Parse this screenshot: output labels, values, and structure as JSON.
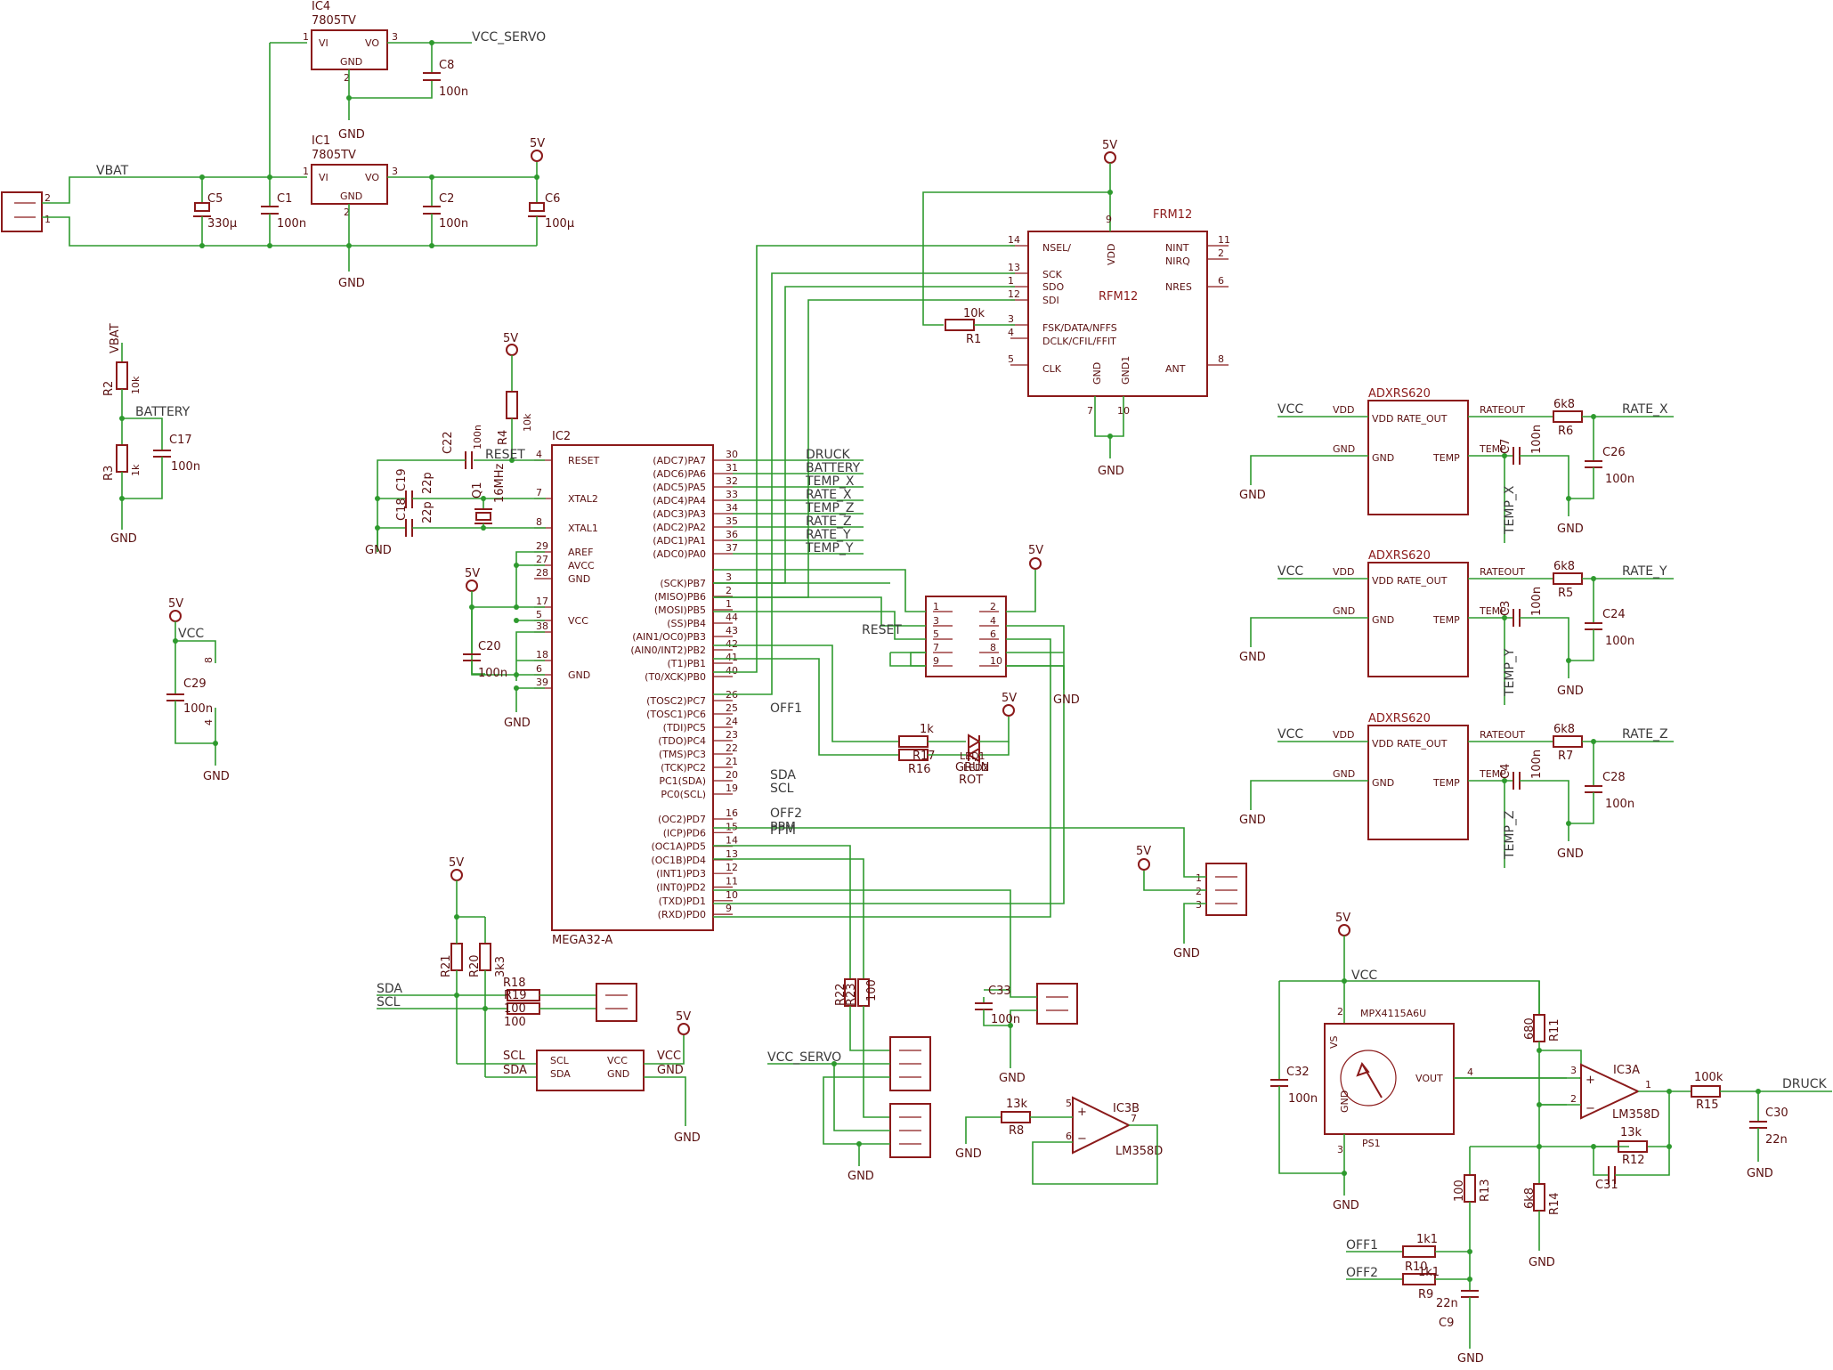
{
  "power": {
    "vbat": "VBAT",
    "vcc_servo": "VCC_SERVO",
    "gnd": "GND",
    "v5": "5V",
    "vcc": "VCC"
  },
  "regulators": {
    "ic4": {
      "name": "IC4",
      "type": "7805TV",
      "vi": "VI",
      "vo": "VO",
      "gnd": "GND",
      "p1": "1",
      "p2": "2",
      "p3": "3"
    },
    "ic1": {
      "name": "IC1",
      "type": "7805TV",
      "vi": "VI",
      "vo": "VO",
      "gnd": "GND",
      "p1": "1",
      "p2": "2",
      "p3": "3"
    }
  },
  "caps": {
    "c5": {
      "name": "C5",
      "value": "330µ"
    },
    "c1": {
      "name": "C1",
      "value": "100n"
    },
    "c2": {
      "name": "C2",
      "value": "100n"
    },
    "c6": {
      "name": "C6",
      "value": "100µ"
    },
    "c8": {
      "name": "C8",
      "value": "100n"
    },
    "c17": {
      "name": "C17",
      "value": "100n"
    },
    "c29": {
      "name": "C29",
      "value": "100n"
    },
    "c22": {
      "name": "C22",
      "value": "100n"
    },
    "c19": {
      "name": "C19",
      "value": "22p"
    },
    "c18": {
      "name": "C18",
      "value": "22p"
    },
    "c20": {
      "name": "C20",
      "value": "100n"
    },
    "c7": {
      "name": "C7",
      "value": "100n"
    },
    "c26": {
      "name": "C26",
      "value": "100n"
    },
    "c3": {
      "name": "C3",
      "value": "100n"
    },
    "c24": {
      "name": "C24",
      "value": "100n"
    },
    "c4": {
      "name": "C4",
      "value": "100n"
    },
    "c28": {
      "name": "C28",
      "value": "100n"
    },
    "c33": {
      "name": "C33",
      "value": "100n"
    },
    "c32": {
      "name": "C32",
      "value": "100n"
    },
    "c30": {
      "name": "C30",
      "value": "22n"
    },
    "c31": {
      "name": "C31",
      "value": ""
    },
    "c9": {
      "name": "C9",
      "value": "22n"
    }
  },
  "resistors": {
    "r2": {
      "name": "R2",
      "value": "10k"
    },
    "r3": {
      "name": "R3",
      "value": "1k"
    },
    "r4": {
      "name": "R4",
      "value": "10k"
    },
    "r1": {
      "name": "R1",
      "value": "10k"
    },
    "r6": {
      "name": "R6",
      "value": "6k8"
    },
    "r5": {
      "name": "R5",
      "value": "6k8"
    },
    "r7": {
      "name": "R7",
      "value": "6k8"
    },
    "r16": {
      "name": "R16",
      "value": "1k"
    },
    "r17": {
      "name": "R17",
      "value": "1k"
    },
    "r18": {
      "name": "R18",
      "value": "100"
    },
    "r19": {
      "name": "R19",
      "value": "100"
    },
    "r20": {
      "name": "R20",
      "value": "3k3"
    },
    "r21": {
      "name": "R21",
      "value": "3k3"
    },
    "r22": {
      "name": "R22",
      "value": "100"
    },
    "r23": {
      "name": "R23",
      "value": "100"
    },
    "r8": {
      "name": "R8",
      "value": "13k"
    },
    "r11": {
      "name": "R11",
      "value": "680"
    },
    "r14": {
      "name": "R14",
      "value": "6k8"
    },
    "r13": {
      "name": "R13",
      "value": "100"
    },
    "r15": {
      "name": "R15",
      "value": "100k"
    },
    "r12": {
      "name": "R12",
      "value": "13k"
    },
    "r10": {
      "name": "R10",
      "value": "1k1"
    },
    "r9": {
      "name": "R9",
      "value": "1k1"
    }
  },
  "mcu": {
    "name": "IC2",
    "type": "MEGA32-A",
    "left_pins": [
      {
        "n": "4",
        "l": "RESET"
      },
      {
        "n": "7",
        "l": "XTAL2"
      },
      {
        "n": "8",
        "l": "XTAL1"
      },
      {
        "n": "29",
        "l": "AREF"
      },
      {
        "n": "27",
        "l": "AVCC"
      },
      {
        "n": "28",
        "l": "GND"
      },
      {
        "n": "17",
        "l": ""
      },
      {
        "n": "5",
        "l": "VCC"
      },
      {
        "n": "38",
        "l": ""
      },
      {
        "n": "18",
        "l": ""
      },
      {
        "n": "6",
        "l": "GND"
      },
      {
        "n": "39",
        "l": ""
      }
    ],
    "right_pins": [
      {
        "n": "30",
        "l": "(ADC7)PA7",
        "net": "DRUCK"
      },
      {
        "n": "31",
        "l": "(ADC6)PA6",
        "net": "BATTERY"
      },
      {
        "n": "32",
        "l": "(ADC5)PA5",
        "net": "TEMP_X"
      },
      {
        "n": "33",
        "l": "(ADC4)PA4",
        "net": "RATE_X"
      },
      {
        "n": "34",
        "l": "(ADC3)PA3",
        "net": "TEMP_Z"
      },
      {
        "n": "35",
        "l": "(ADC2)PA2",
        "net": "RATE_Z"
      },
      {
        "n": "36",
        "l": "(ADC1)PA1",
        "net": "RATE_Y"
      },
      {
        "n": "37",
        "l": "(ADC0)PA0",
        "net": "TEMP_Y"
      },
      {
        "n": "3",
        "l": "(SCK)PB7",
        "net": ""
      },
      {
        "n": "2",
        "l": "(MISO)PB6",
        "net": ""
      },
      {
        "n": "1",
        "l": "(MOSI)PB5",
        "net": ""
      },
      {
        "n": "44",
        "l": "(SS)PB4",
        "net": ""
      },
      {
        "n": "43",
        "l": "(AIN1/OC0)PB3",
        "net": ""
      },
      {
        "n": "42",
        "l": "(AIN0/INT2)PB2",
        "net": ""
      },
      {
        "n": "41",
        "l": "(T1)PB1",
        "net": ""
      },
      {
        "n": "40",
        "l": "(T0/XCK)PB0",
        "net": ""
      },
      {
        "n": "26",
        "l": "(TOSC2)PC7",
        "net": ""
      },
      {
        "n": "25",
        "l": "(TOSC1)PC6",
        "net": "OFF1"
      },
      {
        "n": "24",
        "l": "(TDI)PC5",
        "net": ""
      },
      {
        "n": "23",
        "l": "(TDO)PC4",
        "net": ""
      },
      {
        "n": "22",
        "l": "(TMS)PC3",
        "net": ""
      },
      {
        "n": "21",
        "l": "(TCK)PC2",
        "net": ""
      },
      {
        "n": "20",
        "l": "PC1(SDA)",
        "net": "SDA"
      },
      {
        "n": "19",
        "l": "PC0(SCL)",
        "net": "SCL"
      },
      {
        "n": "16",
        "l": "(OC2)PD7",
        "net": "OFF2"
      },
      {
        "n": "15",
        "l": "(ICP)PD6",
        "net": "PPM"
      },
      {
        "n": "14",
        "l": "(OC1A)PD5",
        "net": ""
      },
      {
        "n": "13",
        "l": "(OC1B)PD4",
        "net": ""
      },
      {
        "n": "12",
        "l": "(INT1)PD3",
        "net": ""
      },
      {
        "n": "11",
        "l": "(INT0)PD2",
        "net": ""
      },
      {
        "n": "10",
        "l": "(TXD)PD1",
        "net": ""
      },
      {
        "n": "9",
        "l": "(RXD)PD0",
        "net": ""
      }
    ]
  },
  "crystal": {
    "name": "Q1",
    "value": "16MHz"
  },
  "rfm": {
    "name": "FRM12",
    "type": "RFM12",
    "pins_left": [
      "NSEL/",
      "SCK",
      "SDO",
      "SDI",
      "FSK/DATA/NFFS",
      "DCLK/CFIL/FFIT",
      "CLK"
    ],
    "nums_left": [
      "14",
      "13",
      "1",
      "12",
      "3",
      "4",
      "5"
    ],
    "pins_right": [
      "NINT",
      "NIRQ",
      "NRES",
      "ANT"
    ],
    "nums_right": [
      "11",
      "2",
      "6",
      "8"
    ],
    "vdd": "VDD",
    "gnd": "GND",
    "gnd1": "GND1",
    "n9": "9",
    "n7": "7",
    "n10": "10"
  },
  "gyros": [
    {
      "type": "ADXRS620",
      "vdd": "VDD",
      "gnd": "GND",
      "vddr": "VDD RATE_OUT",
      "gndr": "GND",
      "temp": "TEMP",
      "rateout": "RATEOUT",
      "templ": "TEMP",
      "rate_net": "RATE_X",
      "temp_net": "TEMP_X"
    },
    {
      "type": "ADXRS620",
      "vdd": "VDD",
      "gnd": "GND",
      "vddr": "VDD RATE_OUT",
      "gndr": "GND",
      "temp": "TEMP",
      "rateout": "RATEOUT",
      "templ": "TEMP",
      "rate_net": "RATE_Y",
      "temp_net": "TEMP_Y"
    },
    {
      "type": "ADXRS620",
      "vdd": "VDD",
      "gnd": "GND",
      "vddr": "VDD RATE_OUT",
      "gndr": "GND",
      "temp": "TEMP",
      "rateout": "RATEOUT",
      "templ": "TEMP",
      "rate_net": "RATE_Z",
      "temp_net": "TEMP_Z"
    }
  ],
  "leds": {
    "green": "GRÜN",
    "red": "ROT",
    "led1": "LED1",
    "led2": "LED2"
  },
  "i2c": {
    "sda": "SDA",
    "scl": "SCL",
    "vcc": "VCC",
    "gnd": "GND"
  },
  "isp": {
    "reset": "RESET",
    "pins_left": [
      "1",
      "3",
      "5",
      "7",
      "9"
    ],
    "pins_right": [
      "2",
      "4",
      "6",
      "8",
      "10"
    ]
  },
  "sensor": {
    "type": "MPX4115A6U",
    "vs": "VS",
    "vout": "VOUT",
    "gnd": "GND",
    "ps": "PS1",
    "p2": "2",
    "p3": "3",
    "p4": "4"
  },
  "opamps": {
    "ic3a": {
      "name": "IC3A",
      "type": "LM358D",
      "p3": "3",
      "p2": "2",
      "p1": "1"
    },
    "ic3b": {
      "name": "IC3B",
      "type": "LM358D",
      "p5": "5",
      "p6": "6",
      "p7": "7"
    },
    "pwr": {
      "p8": "8",
      "p4": "4"
    }
  },
  "nets": {
    "druck": "DRUCK",
    "off1": "OFF1",
    "off2": "OFF2",
    "battery": "BATTERY",
    "vcc_servo": "VCC_SERVO",
    "ppm": "PPM"
  },
  "headers": {
    "h3_pins": [
      "1",
      "2",
      "3"
    ],
    "h2_pins": [
      "1",
      "2"
    ]
  }
}
